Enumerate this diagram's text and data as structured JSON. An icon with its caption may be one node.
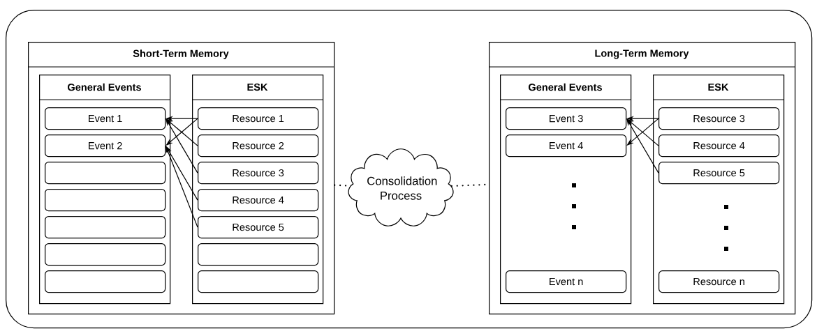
{
  "diagram": {
    "nodes": [
      {
        "text": [],
        "shape": "box"
      },
      {
        "text": [
          "Short-Term Memory"
        ],
        "in": 0
      },
      {
        "text": [
          "General Events"
        ],
        "in": 1
      },
      {
        "text": [
          "Event 1"
        ],
        "in": 2
      },
      {
        "text": [
          "Event 2"
        ],
        "in": 2
      },
      {
        "text": [],
        "shape": "box",
        "in": 2
      },
      {
        "text": [],
        "shape": "box",
        "in": 2
      },
      {
        "text": [],
        "shape": "box",
        "in": 2
      },
      {
        "text": [],
        "shape": "box",
        "in": 2
      },
      {
        "text": [],
        "shape": "box",
        "in": 2
      },
      {
        "text": [
          "ESK"
        ],
        "in": 1
      },
      {
        "text": [
          "Resource 1"
        ],
        "in": 10
      },
      {
        "text": [
          "Resource 2"
        ],
        "in": 10
      },
      {
        "text": [
          "Resource 3"
        ],
        "in": 10
      },
      {
        "text": [
          "Resource 4"
        ],
        "in": 10
      },
      {
        "text": [
          "Resource 5"
        ],
        "in": 10
      },
      {
        "text": [],
        "shape": "box",
        "in": 10
      },
      {
        "text": [],
        "shape": "box",
        "in": 10
      },
      {
        "text": [
          "Consolidation Process"
        ],
        "in": 0
      },
      {
        "text": [
          "Long-Term Memory"
        ],
        "in": 0
      },
      {
        "text": [
          "General Events"
        ],
        "in": 19
      },
      {
        "text": [
          "Event 3"
        ],
        "in": 20
      },
      {
        "text": [
          "Event 4"
        ],
        "in": 20
      },
      {
        "text": [
          "Event n"
        ],
        "in": 20
      },
      {
        "text": [
          "ESK"
        ],
        "in": 19
      },
      {
        "text": [
          "Resource 3"
        ],
        "in": 24
      },
      {
        "text": [
          "Resource 4"
        ],
        "in": 24
      },
      {
        "text": [
          "Resource 5"
        ],
        "in": 24
      },
      {
        "text": [
          "Resource n"
        ],
        "in": 24
      }
    ],
    "edges": [
      {
        "from": 11,
        "to": 3,
        "arrow": "to"
      },
      {
        "from": 11,
        "to": 4,
        "arrow": "to"
      },
      {
        "from": 12,
        "to": 3,
        "arrow": "to"
      },
      {
        "from": 13,
        "to": 3,
        "arrow": "to"
      },
      {
        "from": 14,
        "to": 4,
        "arrow": "to"
      },
      {
        "from": 15,
        "to": 4,
        "arrow": "to"
      },
      {
        "from": 25,
        "to": 21,
        "arrow": "to"
      },
      {
        "from": 25,
        "to": 22,
        "arrow": "to"
      },
      {
        "from": 26,
        "to": 21,
        "arrow": "to"
      },
      {
        "from": 27,
        "to": 21,
        "arrow": "to"
      },
      {
        "from": 1,
        "to": 18,
        "arrow": "none",
        "style": "dashed"
      },
      {
        "from": 18,
        "to": 19,
        "arrow": "none",
        "style": "dashed"
      }
    ]
  }
}
